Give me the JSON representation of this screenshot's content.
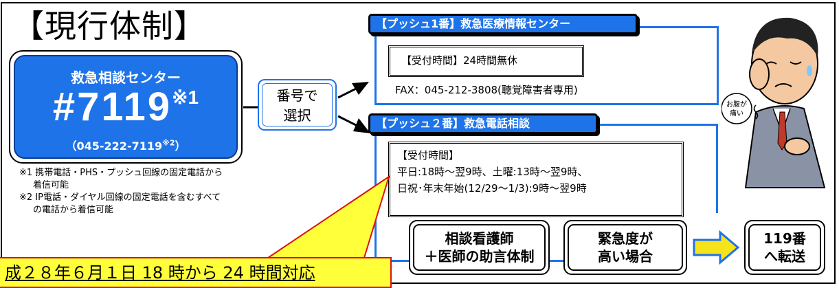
{
  "title": "【現行体制】",
  "center": {
    "name": "救急相談センター",
    "number": "#7119",
    "number_note": "※1",
    "alt_number": "（045-222-7119",
    "alt_note": "※2",
    "alt_close": "）"
  },
  "notes": [
    "※1 携帯電話・PHS・プッシュ回線の固定電話から",
    "着信可能",
    "※2 IP電話・ダイヤル回線の固定電話を含むすべて",
    "の電話から着信可能"
  ],
  "select": {
    "line1": "番号で",
    "line2": "選択"
  },
  "push1": {
    "header": "【プッシュ1番】救急医療情報センター",
    "hours": "【受付時間】24時間無休",
    "fax": "FAX：045-212-3808(聴覚障害者専用)"
  },
  "push2": {
    "header": "【プッシュ２番】救急電話相談",
    "hours_title": "【受付時間】",
    "hours_line1": "平日:18時～翌9時、土曜:13時～翌9時、",
    "hours_line2": "日祝･年末年始(12/29～1/3):9時～翌9時"
  },
  "nodes": {
    "consult_l1": "相談看護師",
    "consult_l2": "＋医師の助言体制",
    "urgent_l1": "緊急度が",
    "urgent_l2": "高い場合",
    "transfer_l1": "119番",
    "transfer_l2": "へ転送"
  },
  "speech_bubble": "お腹が痛い",
  "callout": "成２８年６月１日 18 時から 24 時間対応",
  "colors": {
    "accent": "#1e73e8",
    "callout_bg": "#ffff3a",
    "callout_border": "#dd1111",
    "arrow": "#f7e31a"
  }
}
